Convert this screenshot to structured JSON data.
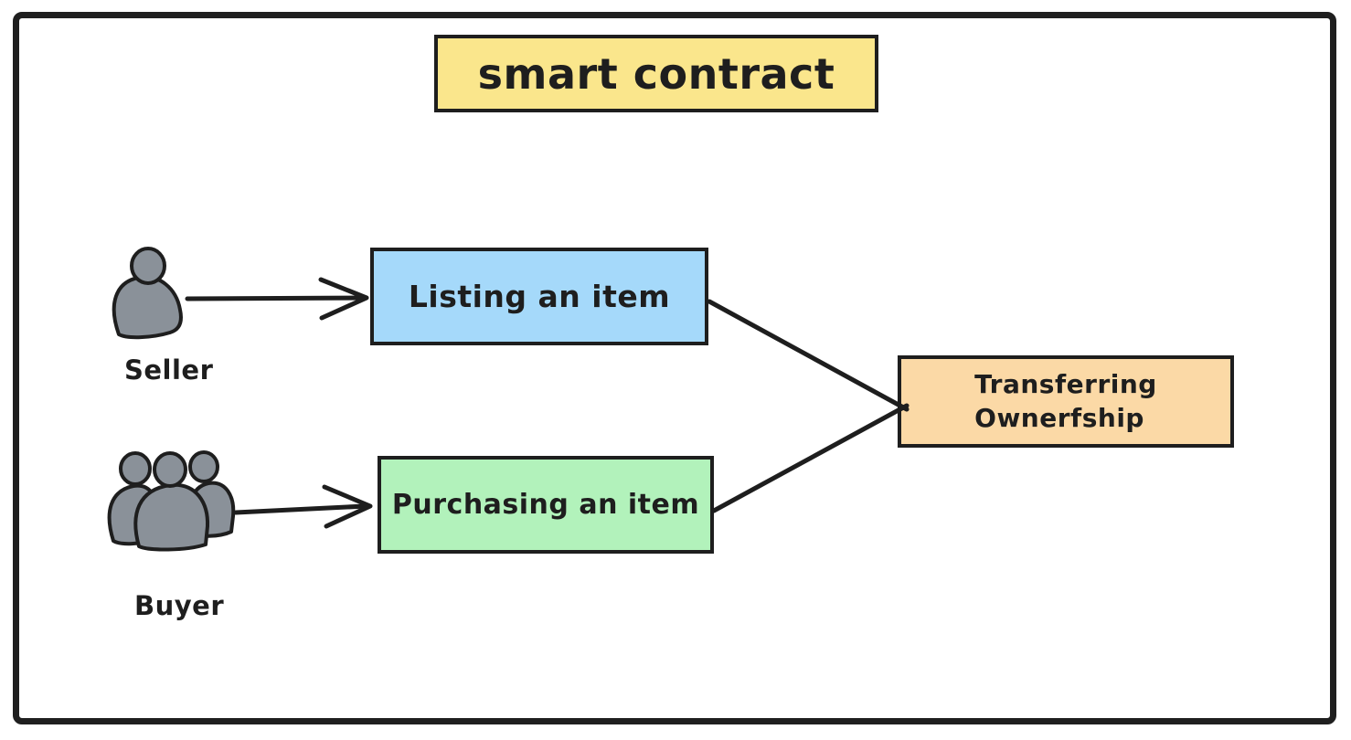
{
  "diagram": {
    "title": "smart contract",
    "nodes": {
      "listing": {
        "label": "Listing an item"
      },
      "purchasing": {
        "label": "Purchasing an item"
      },
      "transferring": {
        "label_line1": "Transferring",
        "label_line2": "Ownerfship"
      }
    },
    "actors": {
      "seller": {
        "label": "Seller",
        "icon": "person-icon"
      },
      "buyer": {
        "label": "Buyer",
        "icon": "people-group-icon"
      }
    },
    "edges": [
      {
        "from": "Seller",
        "to": "Listing an item",
        "style": "arrow"
      },
      {
        "from": "Buyer",
        "to": "Purchasing an item",
        "style": "arrow"
      },
      {
        "from": "Listing an item",
        "to": "Transferring Ownerfship",
        "style": "line"
      },
      {
        "from": "Purchasing an item",
        "to": "Transferring Ownerfship",
        "style": "line"
      }
    ],
    "colors": {
      "stroke": "#1e1e1e",
      "frame_stroke": "#1f1f1f",
      "title_fill": "#fae68c",
      "listing_fill": "#a5d9fa",
      "purchasing_fill": "#b2f2bb",
      "transferring_fill": "#fbd9a6",
      "actor_fill": "#8a9199",
      "background": "#ffffff"
    }
  }
}
